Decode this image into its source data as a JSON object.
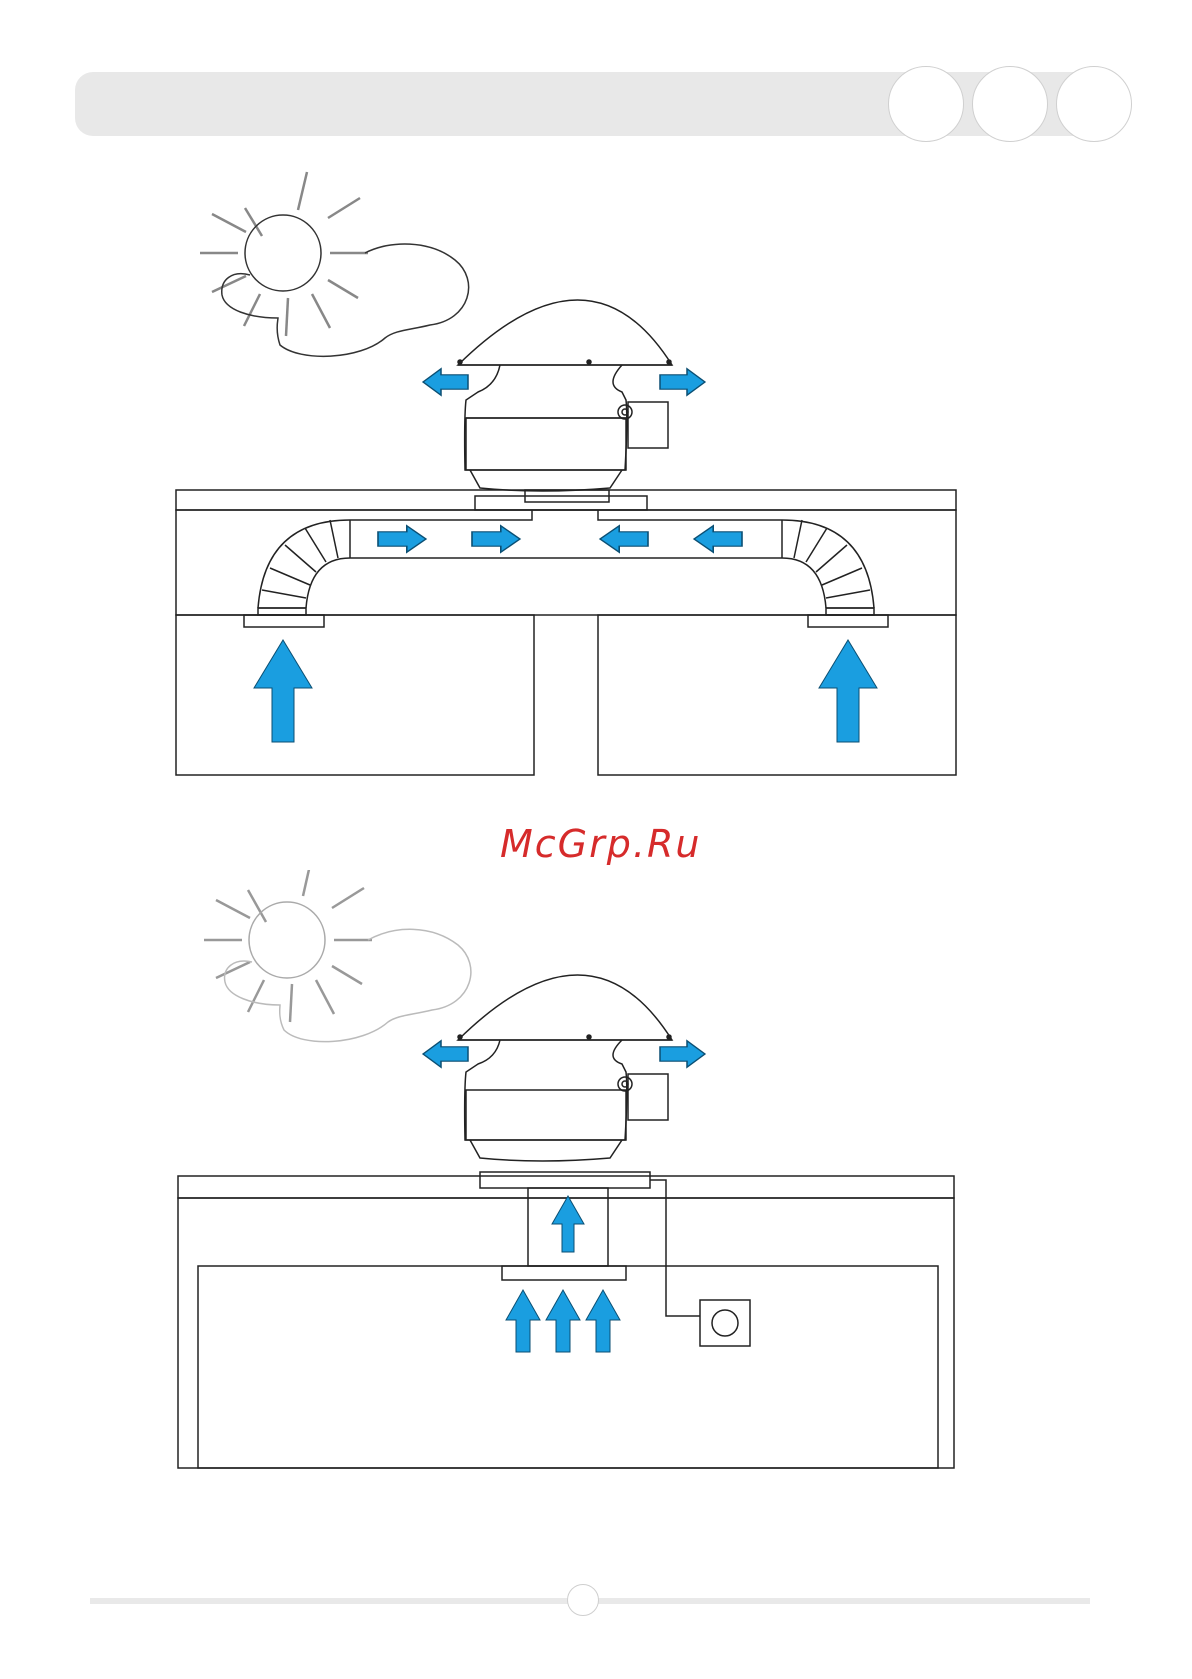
{
  "watermark": {
    "text": "McGrp.Ru"
  },
  "colors": {
    "arrow_fill": "#1a9ee0",
    "line": "#222222",
    "sun_ray": "#888888",
    "cloud_top": "#333333",
    "cloud_bottom": "#bbbbbb",
    "header_bar": "#e8e8e8",
    "watermark": "#d62b2b"
  },
  "icons": {
    "header": [
      "header-circle",
      "header-circle",
      "header-circle"
    ],
    "footer": "page-number-circle"
  },
  "diagrams": [
    {
      "name": "roof-fan-ducted-two-rooms"
    },
    {
      "name": "roof-fan-single-room-with-controller"
    }
  ]
}
